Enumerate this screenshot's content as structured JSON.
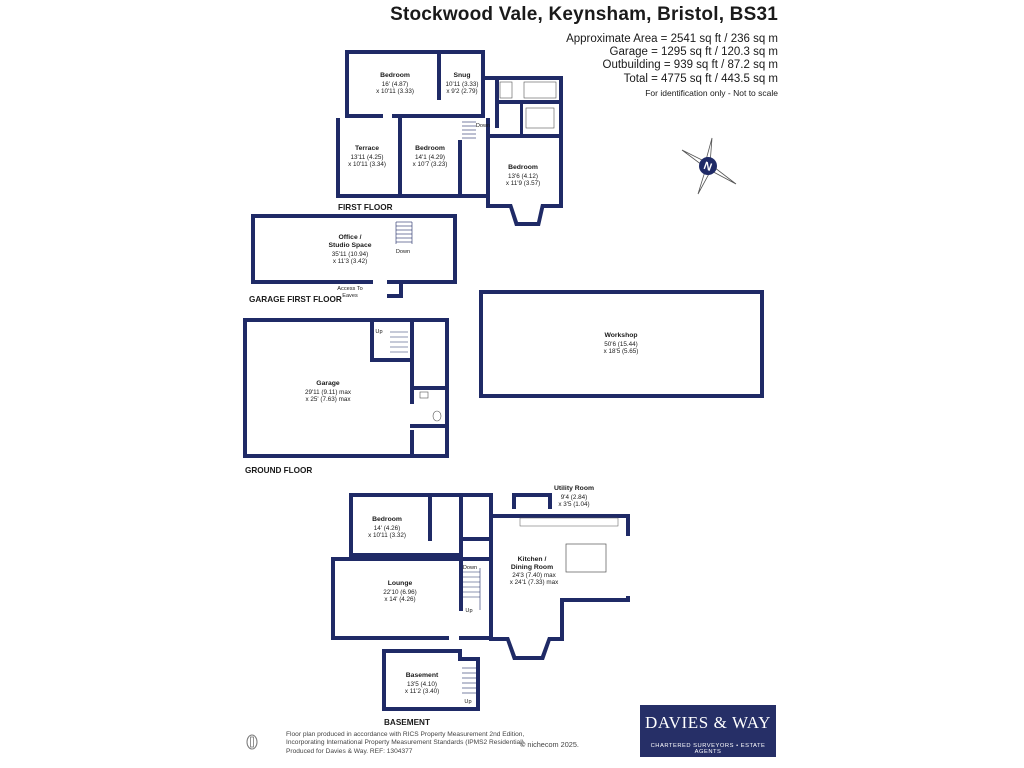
{
  "header": {
    "title": "Stockwood Vale, Keynsham, Bristol, BS31",
    "areas": [
      "Approximate Area = 2541 sq ft / 236 sq m",
      "Garage = 1295 sq ft / 120.3 sq m",
      "Outbuilding = 939 sq ft / 87.2 sq m",
      "Total = 4775 sq ft / 443.5 sq m"
    ],
    "note": "For identification only - Not to scale"
  },
  "compass_label": "N",
  "floors": {
    "first": "FIRST FLOOR",
    "garage_first": "GARAGE FIRST FLOOR",
    "ground": "GROUND FLOOR",
    "basement": "BASEMENT"
  },
  "rooms": {
    "bedroom_ff1": {
      "name": "Bedroom",
      "dims": [
        "16' (4.87)",
        "x 10'11 (3.33)"
      ]
    },
    "snug": {
      "name": "Snug",
      "dims": [
        "10'11 (3.33)",
        "x 9'2 (2.79)"
      ]
    },
    "terrace": {
      "name": "Terrace",
      "dims": [
        "13'11 (4.25)",
        "x 10'11 (3.34)"
      ]
    },
    "bedroom_ff2": {
      "name": "Bedroom",
      "dims": [
        "14'1 (4.29)",
        "x 10'7 (3.23)"
      ]
    },
    "bedroom_ff3": {
      "name": "Bedroom",
      "dims": [
        "13'6 (4.12)",
        "x 11'9 (3.57)"
      ]
    },
    "office": {
      "name": [
        "Office /",
        "Studio Space"
      ],
      "dims": [
        "35'11 (10.94)",
        "x 11'3 (3.42)"
      ]
    },
    "workshop": {
      "name": "Workshop",
      "dims": [
        "50'6 (15.44)",
        "x 18'5 (5.65)"
      ]
    },
    "garage": {
      "name": "Garage",
      "dims": [
        "29'11 (9.11) max",
        "x 25' (7.63) max"
      ]
    },
    "utility": {
      "name": "Utility Room",
      "dims": [
        "9'4 (2.84)",
        "x 3'5 (1.04)"
      ]
    },
    "bedroom_gf": {
      "name": "Bedroom",
      "dims": [
        "14' (4.26)",
        "x 10'11 (3.32)"
      ]
    },
    "kitchen": {
      "name": [
        "Kitchen /",
        "Dining Room"
      ],
      "dims": [
        "24'3 (7.40) max",
        "x 24'1 (7.33) max"
      ]
    },
    "lounge": {
      "name": "Lounge",
      "dims": [
        "22'10 (6.96)",
        "x 14' (4.26)"
      ]
    },
    "basement": {
      "name": "Basement",
      "dims": [
        "13'5 (4.10)",
        "x 11'2 (3.40)"
      ]
    }
  },
  "labels": {
    "down": "Down",
    "up": "Up",
    "access": [
      "Access To",
      "Eaves"
    ]
  },
  "footer": {
    "lines": [
      "Floor plan produced in accordance with RICS Property Measurement 2nd Edition,",
      "Incorporating International Property Measurement Standards (IPMS2 Residential).",
      "Produced for Davies & Way.   REF: 1304377"
    ],
    "credit": "© nichecom 2025."
  },
  "brand": {
    "name": "DAVIES & WAY",
    "tagline": "CHARTERED SURVEYORS • ESTATE AGENTS",
    "color": "#262f67"
  },
  "colors": {
    "wall": "#1f2a66"
  }
}
